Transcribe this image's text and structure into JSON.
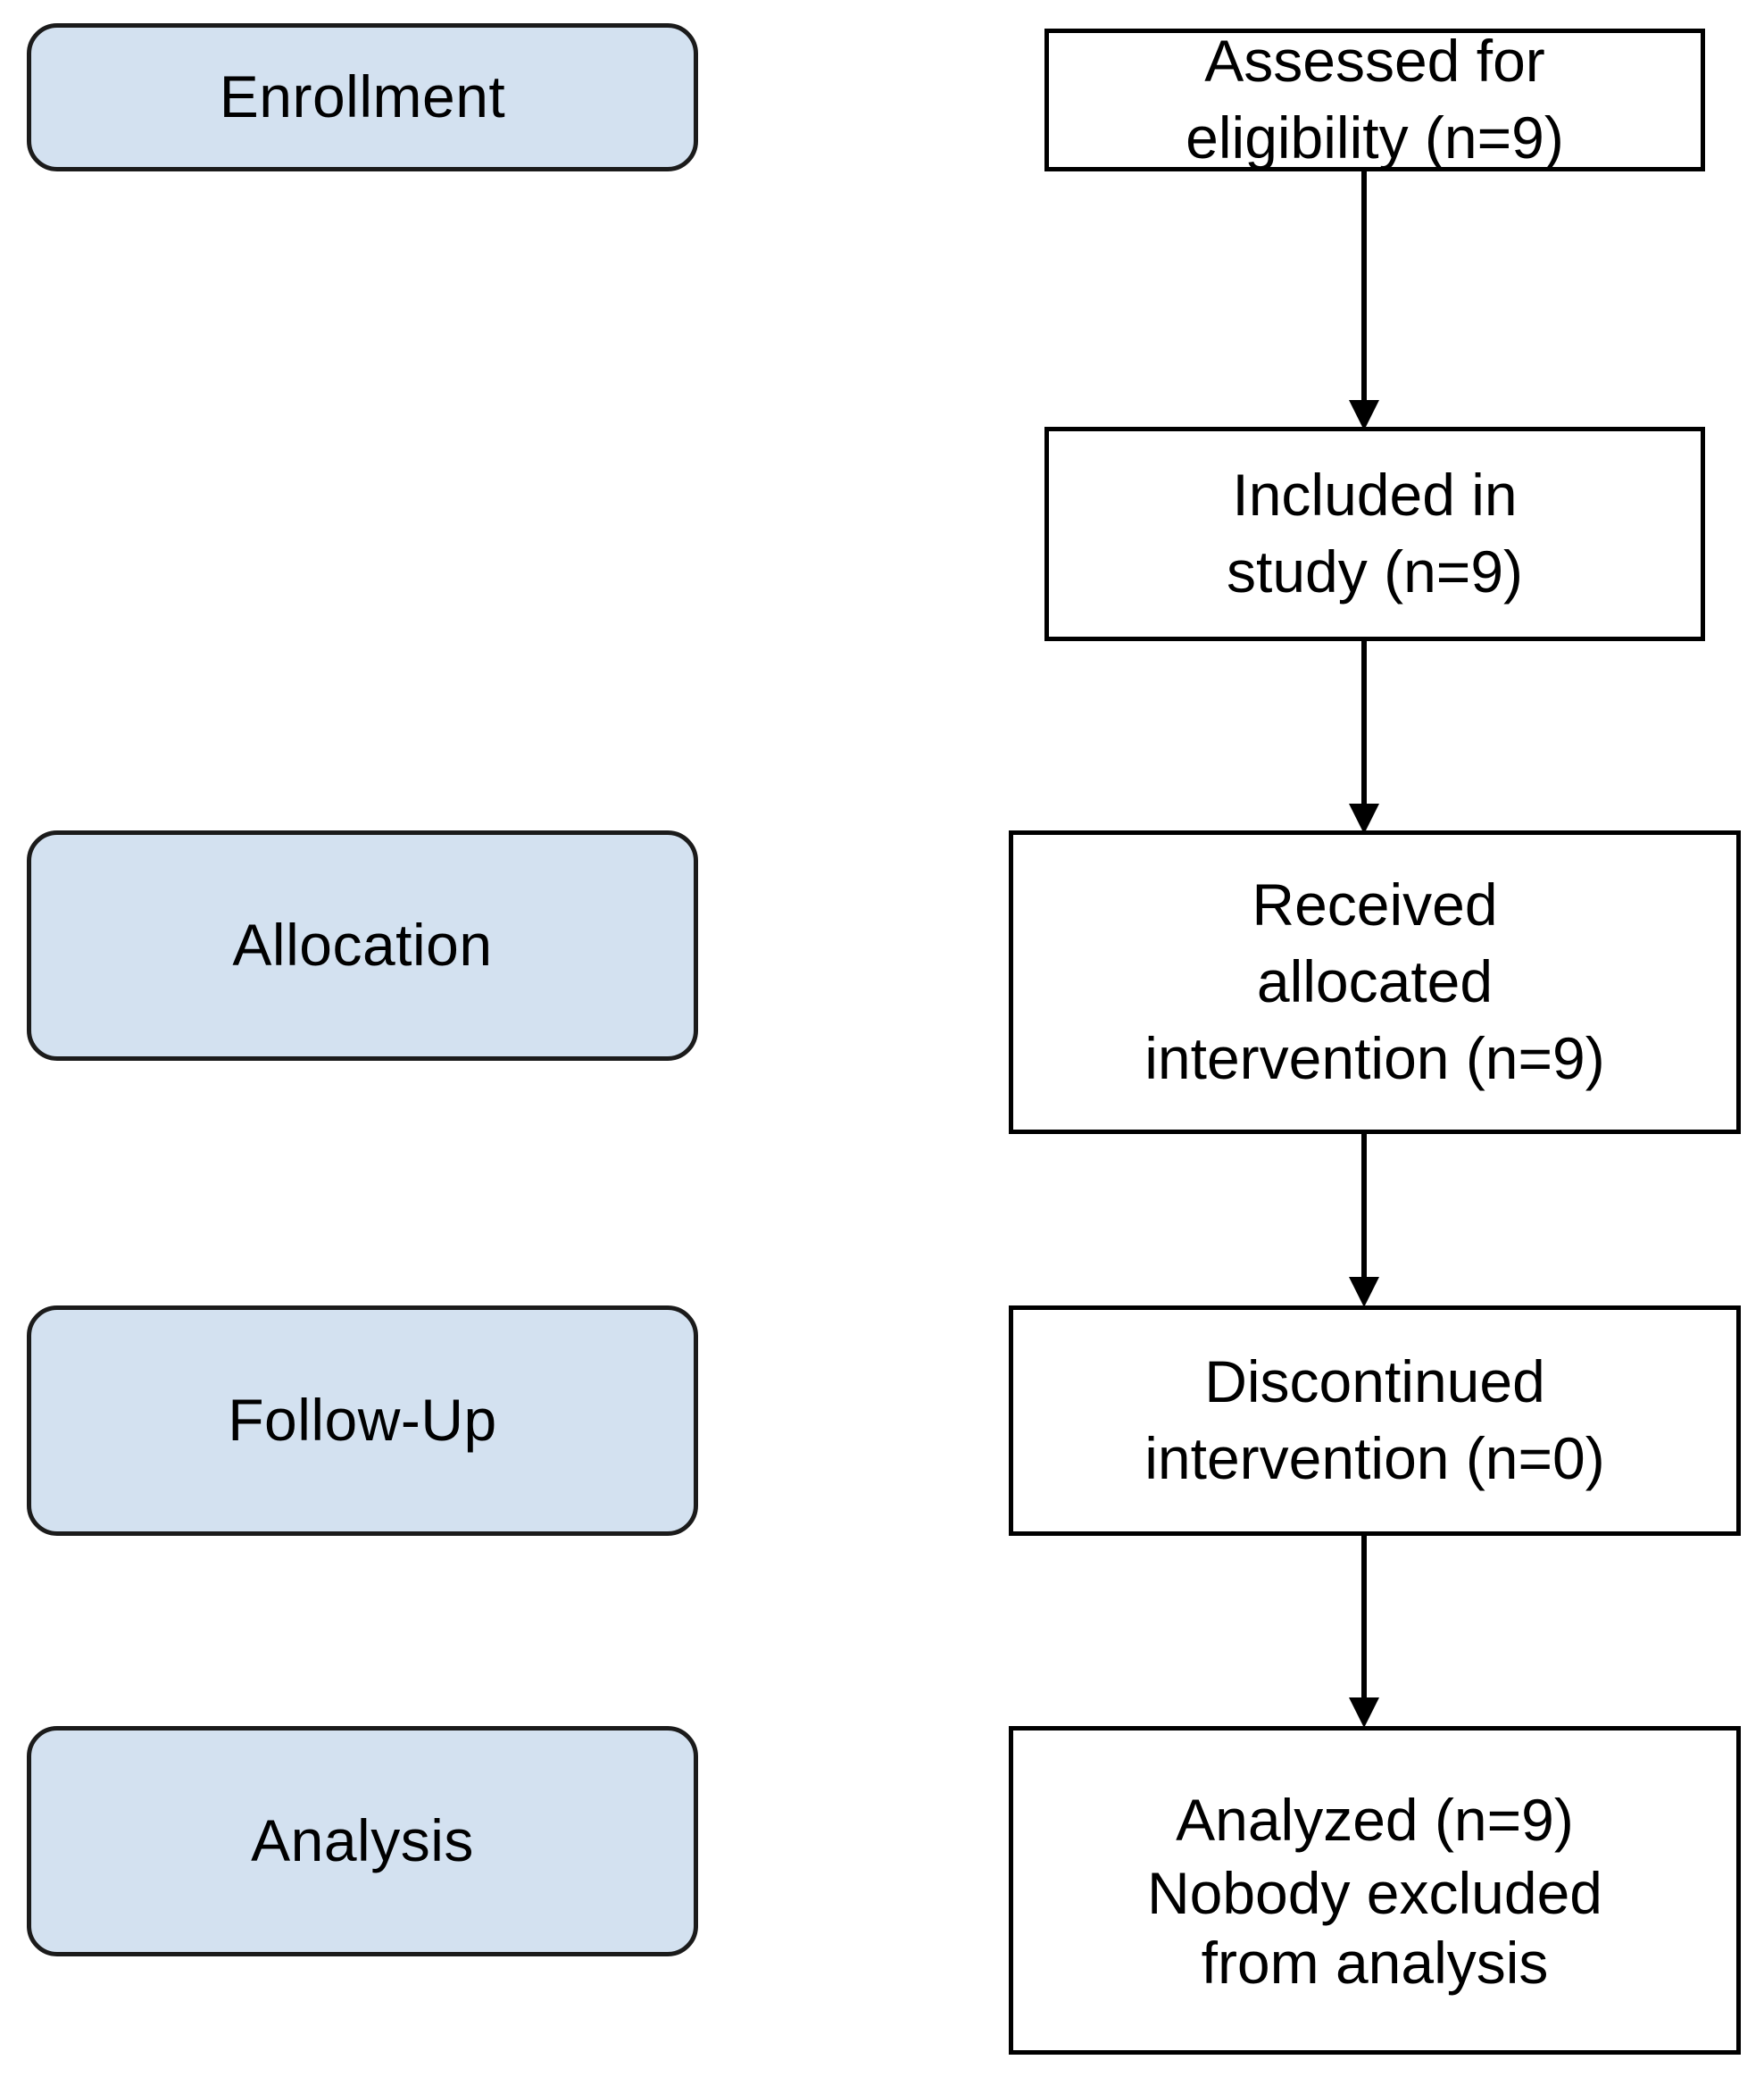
{
  "diagram": {
    "type": "consort-flow-diagram",
    "background_color": "#ffffff",
    "stage_box_fill": "#d3e1f0",
    "stage_box_border": "#1b1b1b",
    "flow_box_fill": "#ffffff",
    "flow_box_border": "#000000",
    "text_color": "#000000"
  },
  "stages": [
    {
      "label": "Enrollment"
    },
    {
      "label": "Allocation"
    },
    {
      "label": "Follow-Up"
    },
    {
      "label": "Analysis"
    }
  ],
  "flow_boxes": [
    {
      "id": "assessed-for-eligibility",
      "lines": [
        "Assessed for",
        "eligibility (n=9)"
      ],
      "count_label": "n=9",
      "count": 9
    },
    {
      "id": "included-in-study",
      "lines": [
        "Included in",
        "study (n=9)"
      ],
      "count_label": "n=9",
      "count": 9
    },
    {
      "id": "received-allocated-intervention",
      "lines": [
        "Received",
        "allocated",
        "intervention (n=9)"
      ],
      "count_label": "n=9",
      "count": 9
    },
    {
      "id": "discontinued-intervention",
      "lines": [
        "Discontinued",
        "intervention (n=0)"
      ],
      "count_label": "n=0",
      "count": 0
    },
    {
      "id": "analyzed",
      "lines": [
        "Analyzed (n=9)",
        "Nobody excluded",
        "from analysis"
      ],
      "count_label": "n=9",
      "count": 9
    }
  ],
  "connectors": [
    {
      "from": "assessed-for-eligibility",
      "to": "included-in-study",
      "direction": "down"
    },
    {
      "from": "included-in-study",
      "to": "received-allocated-intervention",
      "direction": "down"
    },
    {
      "from": "received-allocated-intervention",
      "to": "discontinued-intervention",
      "direction": "down"
    },
    {
      "from": "discontinued-intervention",
      "to": "analyzed",
      "direction": "down"
    }
  ]
}
